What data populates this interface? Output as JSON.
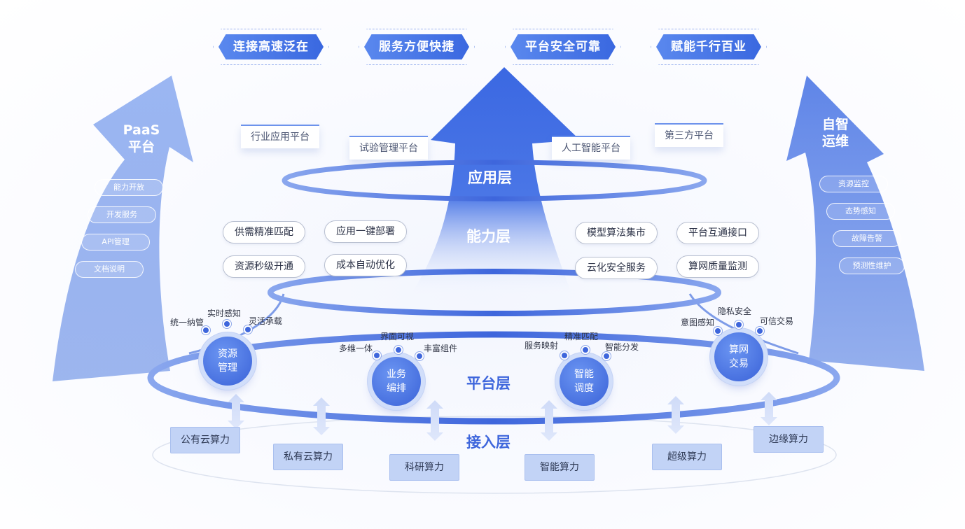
{
  "banners": [
    "连接高速泛在",
    "服务方便快捷",
    "平台安全可靠",
    "赋能千行百业"
  ],
  "layers": {
    "application": "应用层",
    "capability": "能力层",
    "platform": "平台层",
    "access": "接入层"
  },
  "application_platforms": [
    "行业应用平台",
    "试验管理平台",
    "人工智能平台",
    "第三方平台"
  ],
  "capabilities_left": [
    "供需精准匹配",
    "应用一键部署",
    "资源秒级开通",
    "成本自动优化"
  ],
  "capabilities_right": [
    "模型算法集市",
    "平台互通接口",
    "云化安全服务",
    "算网质量监测"
  ],
  "paas": {
    "title_line1": "PaaS",
    "title_line2": "平台",
    "items": [
      "能力开放",
      "开发服务",
      "API管理",
      "文档说明"
    ]
  },
  "ops": {
    "title_line1": "自智",
    "title_line2": "运维",
    "items": [
      "资源监控",
      "态势感知",
      "故障告警",
      "预测性维护"
    ]
  },
  "hubs": [
    {
      "line1": "资源",
      "line2": "管理",
      "tags": [
        "统一纳管",
        "实时感知",
        "灵活承载"
      ]
    },
    {
      "line1": "业务",
      "line2": "编排",
      "tags": [
        "多维一体",
        "界面可视",
        "丰富组件"
      ]
    },
    {
      "line1": "智能",
      "line2": "调度",
      "tags": [
        "服务映射",
        "精准匹配",
        "智能分发"
      ]
    },
    {
      "line1": "算网",
      "line2": "交易",
      "tags": [
        "意图感知",
        "隐私安全",
        "可信交易"
      ]
    }
  ],
  "compute": [
    "公有云算力",
    "私有云算力",
    "科研算力",
    "智能算力",
    "超级算力",
    "边缘算力"
  ],
  "colors": {
    "primary": "#3a68e0",
    "light": "#c2d3f6",
    "text": "#2a3045"
  }
}
